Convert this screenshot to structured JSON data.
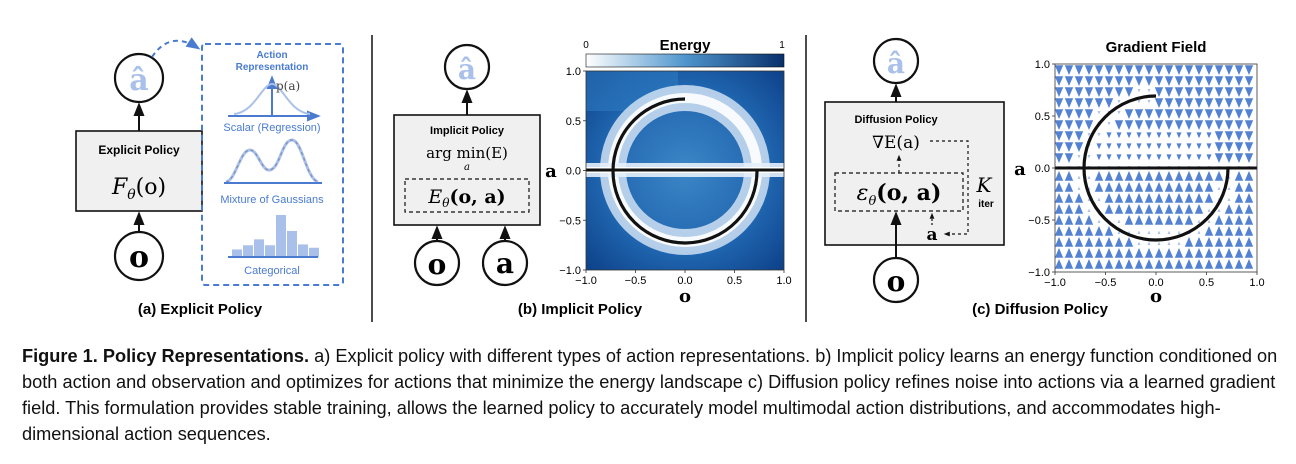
{
  "panel_a": {
    "symbols": {
      "output": "â",
      "input": "o"
    },
    "box_title": "Explicit Policy",
    "function": "F",
    "function_sub": "θ",
    "function_arg": "(o)",
    "action_rep": {
      "title_line1": "Action",
      "title_line2": "Representation",
      "pa_label": "p(a)",
      "scalar": "Scalar (Regression)",
      "mixture": "Mixture of Gaussians",
      "categorical": "Categorical",
      "categorical_bars": [
        0.18,
        0.28,
        0.42,
        0.28,
        1.0,
        0.62,
        0.3,
        0.22
      ]
    },
    "caption": "(a) Explicit Policy"
  },
  "panel_b": {
    "symbols": {
      "output": "â",
      "input_o": "o",
      "input_a": "a"
    },
    "box_title": "Implicit Policy",
    "argmin": "arg min(E)",
    "argmin_sub": "a",
    "energy_fn": "E",
    "energy_sub": "θ",
    "energy_arg": "(o, a)",
    "plot": {
      "title": "Energy",
      "colorbar_min": "0",
      "colorbar_max": "1",
      "x_label": "o",
      "y_label": "a",
      "x_ticks": [
        "−1.0",
        "−0.5",
        "0.0",
        "0.5",
        "1.0"
      ],
      "y_ticks": [
        "1.0",
        "0.5",
        "0.0",
        "−0.5",
        "−1.0"
      ]
    },
    "caption": "(b) Implicit Policy"
  },
  "panel_c": {
    "symbols": {
      "output": "â",
      "input": "o"
    },
    "box_title": "Diffusion Policy",
    "gradient": "∇E(a)",
    "eps": "ε",
    "eps_sub": "θ",
    "eps_arg": "(o, a)",
    "a_label": "a",
    "k_label": "K",
    "iter_label": "iter",
    "plot": {
      "title": "Gradient Field",
      "x_label": "o",
      "y_label": "a",
      "x_ticks": [
        "−1.0",
        "−0.5",
        "0.0",
        "0.5",
        "1.0"
      ],
      "y_ticks": [
        "1.0",
        "0.5",
        "0.0",
        "−0.5",
        "−1.0"
      ]
    },
    "caption": "(c) Diffusion Policy"
  },
  "caption": {
    "label": "Figure 1.",
    "title": "Policy Representations.",
    "text": "a) Explicit policy with different types of action representations. b) Implicit policy learns an energy function conditioned on both action and observation and optimizes for actions that minimize the energy landscape c) Diffusion policy refines noise into actions via a learned gradient field. This formulation provides stable training, allows the learned policy to accurately model multimodal action distributions, and accommodates high-dimensional action sequences."
  },
  "colors": {
    "accent_blue": "#4a7bd0",
    "light_blue": "#a9c0ea",
    "box_fill": "#f0f0f0",
    "energy_low": "#ffffff",
    "energy_high": "#08306b"
  }
}
